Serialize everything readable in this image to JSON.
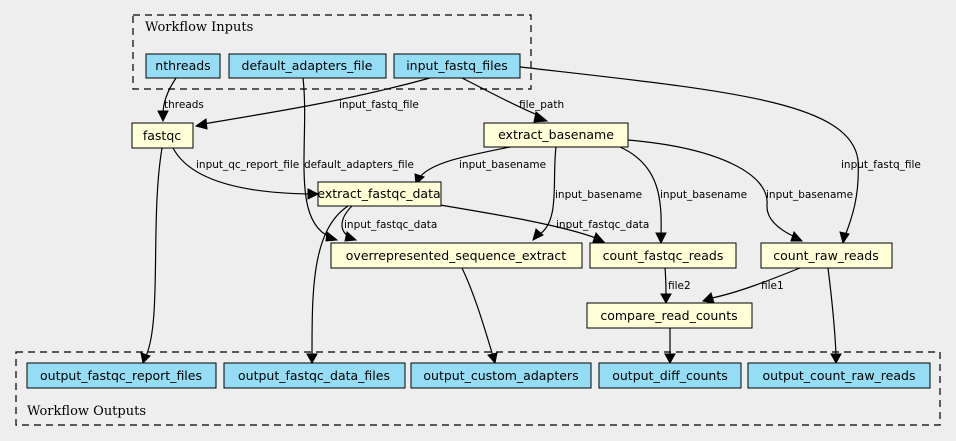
{
  "colors": {
    "background": "#eeeeee",
    "io_node": "#94ddf4",
    "step_node": "#ffffd8",
    "stroke": "#000000"
  },
  "clusters": {
    "inputs": {
      "label": "Workflow Inputs"
    },
    "outputs": {
      "label": "Workflow Outputs"
    }
  },
  "nodes": {
    "nthreads": {
      "label": "nthreads",
      "kind": "input"
    },
    "default_adapters_file": {
      "label": "default_adapters_file",
      "kind": "input"
    },
    "input_fastq_files": {
      "label": "input_fastq_files",
      "kind": "input"
    },
    "fastqc": {
      "label": "fastqc",
      "kind": "step"
    },
    "extract_basename": {
      "label": "extract_basename",
      "kind": "step"
    },
    "extract_fastqc_data": {
      "label": "extract_fastqc_data",
      "kind": "step"
    },
    "overrepresented_sequence_extract": {
      "label": "overrepresented_sequence_extract",
      "kind": "step"
    },
    "count_fastqc_reads": {
      "label": "count_fastqc_reads",
      "kind": "step"
    },
    "count_raw_reads": {
      "label": "count_raw_reads",
      "kind": "step"
    },
    "compare_read_counts": {
      "label": "compare_read_counts",
      "kind": "step"
    },
    "output_fastqc_report_files": {
      "label": "output_fastqc_report_files",
      "kind": "output"
    },
    "output_fastqc_data_files": {
      "label": "output_fastqc_data_files",
      "kind": "output"
    },
    "output_custom_adapters": {
      "label": "output_custom_adapters",
      "kind": "output"
    },
    "output_diff_counts": {
      "label": "output_diff_counts",
      "kind": "output"
    },
    "output_count_raw_reads": {
      "label": "output_count_raw_reads",
      "kind": "output"
    }
  },
  "edges": [
    {
      "from": "nthreads",
      "to": "fastqc",
      "label": "threads"
    },
    {
      "from": "input_fastq_files",
      "to": "fastqc",
      "label": "input_fastq_file"
    },
    {
      "from": "input_fastq_files",
      "to": "extract_basename",
      "label": "file_path"
    },
    {
      "from": "input_fastq_files",
      "to": "count_raw_reads",
      "label": "input_fastq_file"
    },
    {
      "from": "fastqc",
      "to": "extract_fastqc_data",
      "label": "input_qc_report_file"
    },
    {
      "from": "fastqc",
      "to": "output_fastqc_report_files",
      "label": ""
    },
    {
      "from": "default_adapters_file",
      "to": "overrepresented_sequence_extract",
      "label": "default_adapters_file"
    },
    {
      "from": "extract_basename",
      "to": "extract_fastqc_data",
      "label": "input_basename"
    },
    {
      "from": "extract_basename",
      "to": "overrepresented_sequence_extract",
      "label": "input_basename"
    },
    {
      "from": "extract_basename",
      "to": "count_fastqc_reads",
      "label": "input_basename"
    },
    {
      "from": "extract_basename",
      "to": "count_raw_reads",
      "label": "input_basename"
    },
    {
      "from": "extract_fastqc_data",
      "to": "overrepresented_sequence_extract",
      "label": "input_fastqc_data"
    },
    {
      "from": "extract_fastqc_data",
      "to": "count_fastqc_reads",
      "label": "input_fastqc_data"
    },
    {
      "from": "extract_fastqc_data",
      "to": "output_fastqc_data_files",
      "label": ""
    },
    {
      "from": "overrepresented_sequence_extract",
      "to": "output_custom_adapters",
      "label": ""
    },
    {
      "from": "count_fastqc_reads",
      "to": "compare_read_counts",
      "label": "file2"
    },
    {
      "from": "count_raw_reads",
      "to": "compare_read_counts",
      "label": "file1"
    },
    {
      "from": "compare_read_counts",
      "to": "output_diff_counts",
      "label": ""
    },
    {
      "from": "count_raw_reads",
      "to": "output_count_raw_reads",
      "label": ""
    }
  ]
}
